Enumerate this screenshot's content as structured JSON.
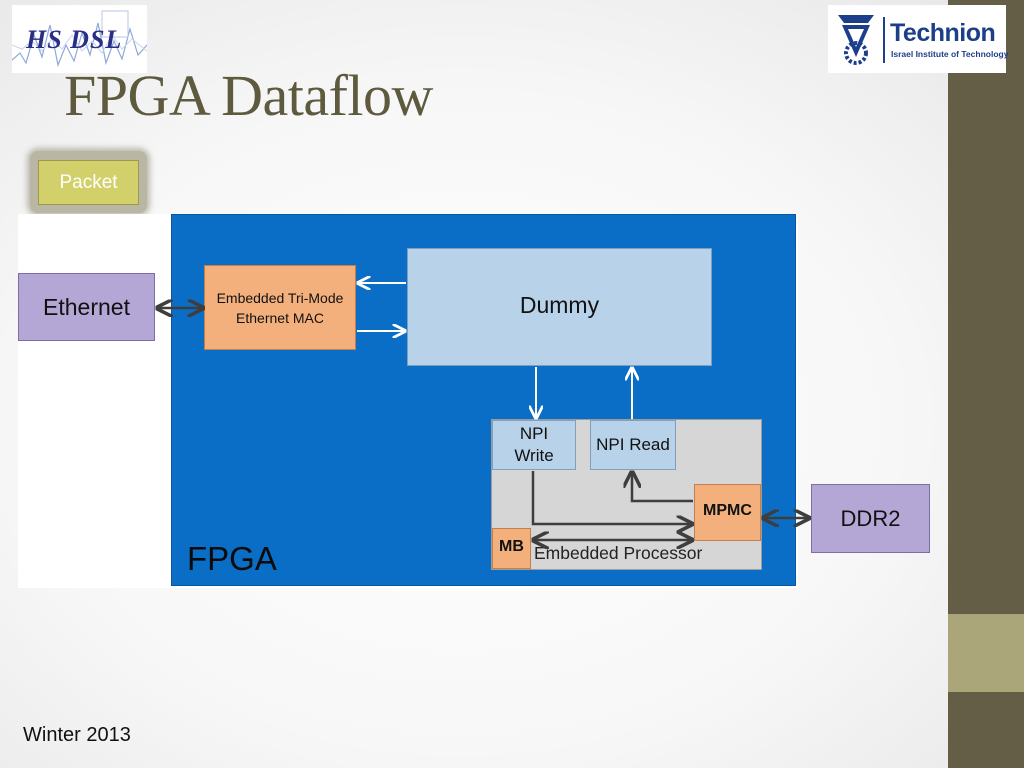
{
  "slide": {
    "title": "FPGA Dataflow",
    "footer": "Winter 2013"
  },
  "logos": {
    "left": "HS DSL",
    "right_name": "Technion",
    "right_subtitle": "Israel Institute of Technology"
  },
  "diagram": {
    "packet": "Packet",
    "fpga_label": "FPGA",
    "ethernet": "Ethernet",
    "mac_line1": "Embedded Tri-Mode",
    "mac_line2": "Ethernet MAC",
    "dummy": "Dummy",
    "npi_write_line1": "NPI",
    "npi_write_line2": "Write",
    "npi_read": "NPI Read",
    "mpmc": "MPMC",
    "mb": "MB",
    "embedded_processor": "Embedded Processor",
    "ddr2": "DDR2"
  },
  "colors": {
    "fpga_blue": "#0a6ec7",
    "purple_block": "#b4a7d6",
    "orange_block": "#f3b07c",
    "light_blue_block": "#b7d2e9",
    "packet_yellow": "#d2d06a",
    "sidebar": "#655e46",
    "sidebar_accent": "#aba57a",
    "title_color": "#5d5a3e"
  }
}
